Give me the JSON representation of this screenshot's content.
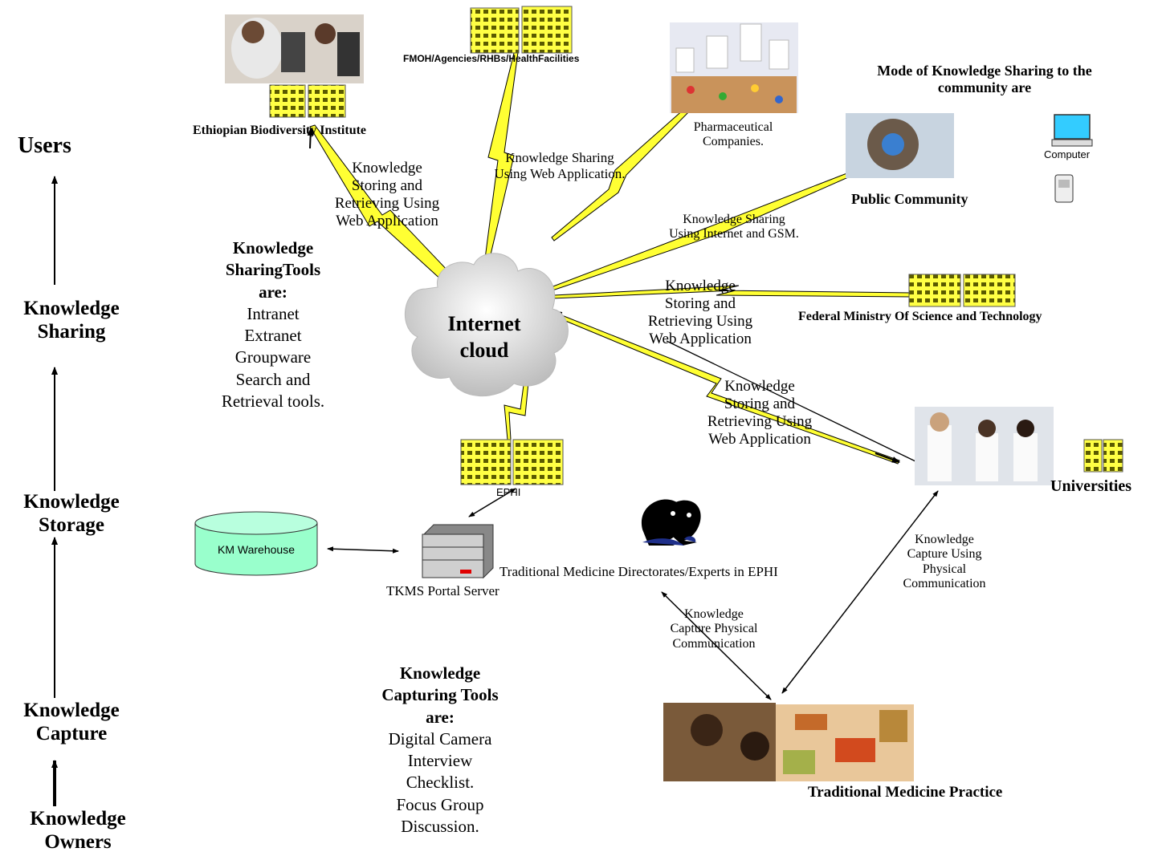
{
  "layers": {
    "users": "Users",
    "sharing": [
      "Knowledge",
      "Sharing"
    ],
    "storage": [
      "Knowledge",
      "Storage"
    ],
    "capture": [
      "Knowledge",
      "Capture"
    ],
    "owners": [
      "Knowledge",
      "Owners"
    ]
  },
  "nodes": {
    "ebi": "Ethiopian Biodiversity Institute",
    "fmoh": "FMOH/Agencies/RHBs/HealthFacilities",
    "pharma": [
      "Pharmaceutical",
      "Companies."
    ],
    "mode_title": [
      "Mode of Knowledge Sharing to the",
      "community are"
    ],
    "computer": "Computer",
    "public": "Public Community",
    "fmost": "Federal Ministry Of Science and Technology",
    "universities": "Universities",
    "cloud": [
      "Internet",
      "cloud"
    ],
    "ephi": "EPHI",
    "warehouse": "KM Warehouse",
    "server": "TKMS  Portal Server",
    "experts": "Traditional Medicine Directorates/Experts in EPHI",
    "practice": "Traditional Medicine Practice"
  },
  "edges": {
    "ebi_link": [
      "Knowledge",
      "Storing and",
      "Retrieving Using",
      "Web Application"
    ],
    "fmoh_link": [
      "Knowledge Sharing",
      "Using Web Application."
    ],
    "public_link": [
      "Knowledge Sharing",
      "Using Internet and GSM."
    ],
    "fmost_link": [
      "Knowledge",
      "Storing and",
      "Retrieving Using",
      "Web Application"
    ],
    "uni_link": [
      "Knowledge",
      "Storing and",
      "Retrieving Using",
      "Web Application"
    ],
    "uni_capture": [
      "Knowledge",
      "Capture Using",
      "Physical",
      "Communication"
    ],
    "expert_capture": [
      "Knowledge",
      "Capture Physical",
      "Communication"
    ]
  },
  "tools": {
    "sharing_title": [
      "Knowledge",
      "SharingTools",
      "are:"
    ],
    "sharing_items": [
      "Intranet",
      "Extranet",
      "Groupware",
      "Search and",
      "Retrieval tools."
    ],
    "capturing_title": [
      "Knowledge",
      "Capturing Tools",
      "are:"
    ],
    "capturing_items": [
      "Digital Camera",
      "Interview",
      "Checklist.",
      "Focus Group",
      "Discussion."
    ]
  },
  "colors": {
    "bolt": "#ffff33",
    "building": "#ffff44",
    "warehouse": "#99ffcc",
    "cloud": "#d8d8d8"
  }
}
